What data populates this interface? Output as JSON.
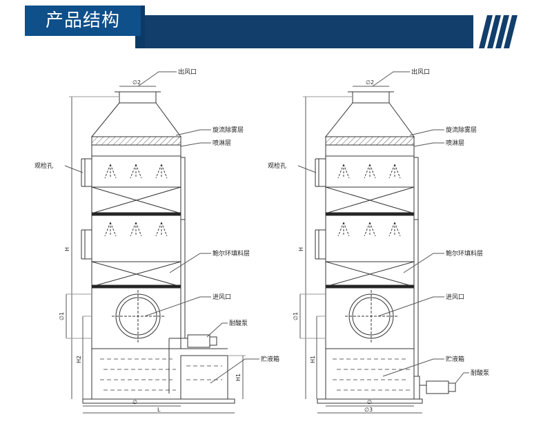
{
  "banner": {
    "title": "产品结构"
  },
  "left_tower": {
    "labels": {
      "outlet": "出风口",
      "mist_layer": "旋流除雾层",
      "spray_layer": "喷淋层",
      "inspection": "观检孔",
      "packing": "鲍尔环填料层",
      "inlet": "进风口",
      "pump": "耐酸泵",
      "tank": "贮液箱"
    },
    "dims": {
      "d2": "∅2",
      "d1": "∅1",
      "h": "H",
      "h2": "H2",
      "h1": "H1",
      "d": "∅",
      "l": "L"
    }
  },
  "right_tower": {
    "labels": {
      "outlet": "出风口",
      "mist_layer": "旋流除雾层",
      "spray_layer": "喷淋层",
      "inspection": "观检孔",
      "packing": "鲍尔环填料层",
      "inlet": "进风口",
      "tank": "贮液箱",
      "pump": "耐酸泵"
    },
    "dims": {
      "d2": "∅2",
      "d1": "∅1",
      "h": "H",
      "h1": "H1",
      "d": "∅",
      "d3": "∅3"
    }
  }
}
